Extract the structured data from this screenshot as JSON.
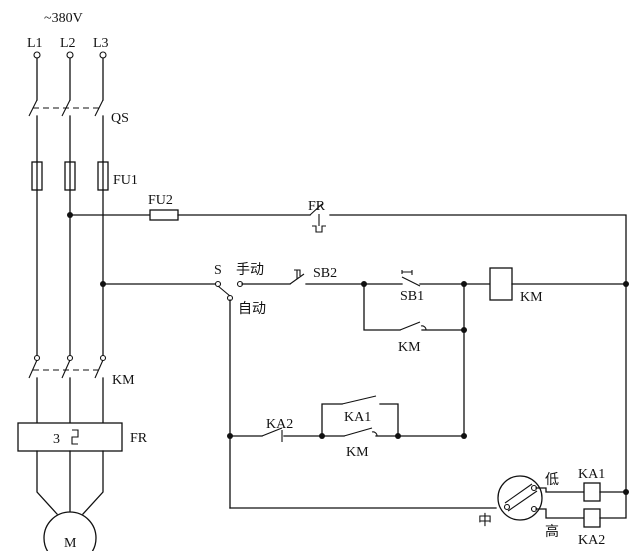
{
  "supply": {
    "voltage": "~380V",
    "phases": [
      "L1",
      "L2",
      "L3"
    ]
  },
  "components": {
    "qs": "QS",
    "fu1": "FU1",
    "fu2": "FU2",
    "fr_contact": "FR",
    "km_main": "KM",
    "fr_relay": "FR",
    "fr_relay_symbol": "3",
    "motor": "M",
    "selector": "S",
    "manual": "手动",
    "auto": "自动",
    "sb2": "SB2",
    "sb1": "SB1",
    "km_coil": "KM",
    "km_aux": "KM",
    "ka2_contact": "KA2",
    "ka1_contact": "KA1",
    "km_hold": "KM",
    "float_low": "低",
    "float_mid": "中",
    "float_high": "高",
    "ka1_coil": "KA1",
    "ka2_coil": "KA2"
  }
}
